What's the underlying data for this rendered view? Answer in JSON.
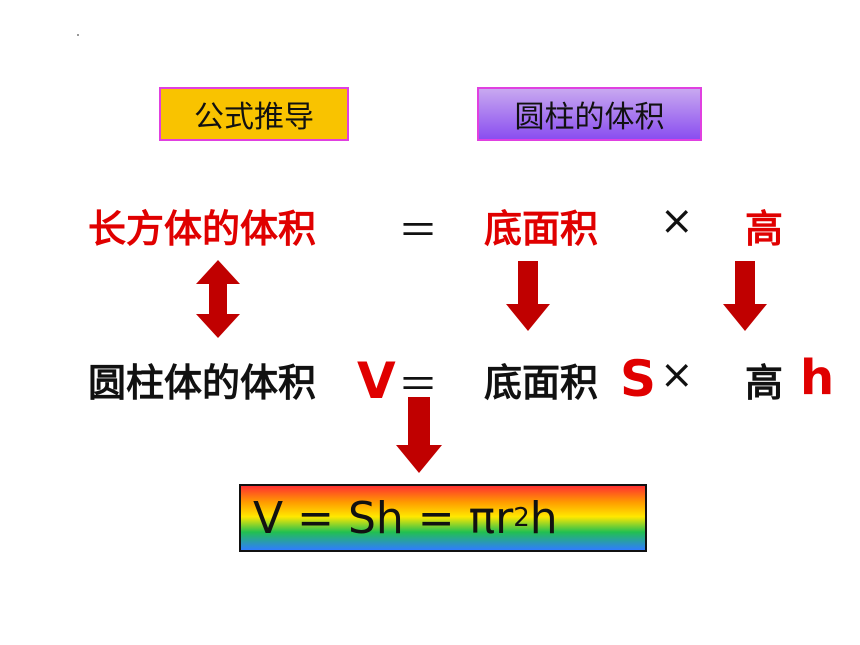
{
  "labels": {
    "derivation": "公式推导",
    "cylinder_volume": "圆柱的体积"
  },
  "row1": {
    "cuboid_volume": "长方体的体积",
    "equals": "＝",
    "base_area": "底面积",
    "times": "×",
    "height": "高"
  },
  "row2": {
    "cylinder_volume": "圆柱体的体积",
    "V": "V",
    "equals": "＝",
    "base_area": "底面积",
    "S": "S",
    "times": "×",
    "height": "高",
    "h": "h"
  },
  "formula": {
    "main": "V = Sh = πr",
    "exponent": "2",
    "tail": "h"
  },
  "colors": {
    "accent_red": "#e00000",
    "arrow_red": "#c00000",
    "label_yellow": "#f9c300",
    "label_purple": "#8a4ef0",
    "label_border": "#e040e0"
  }
}
